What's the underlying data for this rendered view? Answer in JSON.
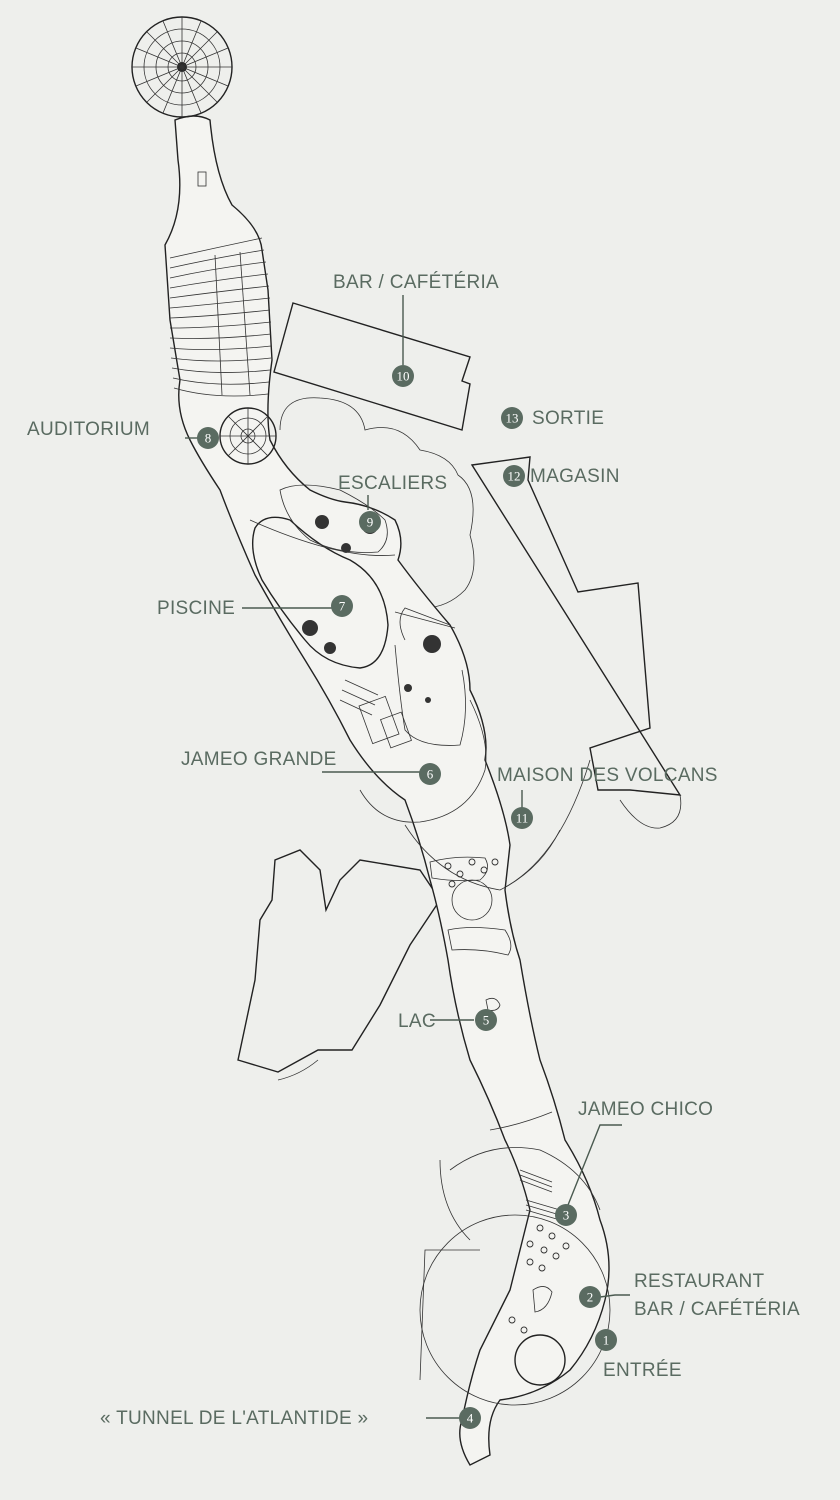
{
  "map": {
    "labels": {
      "bar_cafeteria_top": "BAR / CAFÉTÉRIA",
      "sortie": "SORTIE",
      "magasin": "MAGASIN",
      "auditorium": "AUDITORIUM",
      "escaliers": "ESCALIERS",
      "piscine": "PISCINE",
      "jameo_grande": "JAMEO GRANDE",
      "maison_volcans": "MAISON DES VOLCANS",
      "lac": "LAC",
      "jameo_chico": "JAMEO CHICO",
      "restaurant_line1": "RESTAURANT",
      "restaurant_line2": "BAR / CAFÉTÉRIA",
      "entree": "ENTRÉE",
      "tunnel": "« TUNNEL DE L'ATLANTIDE »"
    },
    "markers": [
      "1",
      "2",
      "3",
      "4",
      "5",
      "6",
      "7",
      "8",
      "9",
      "10",
      "11",
      "12",
      "13"
    ],
    "colors": {
      "accent": "#5a6b61",
      "background": "#eeefec",
      "line": "#222222"
    }
  }
}
